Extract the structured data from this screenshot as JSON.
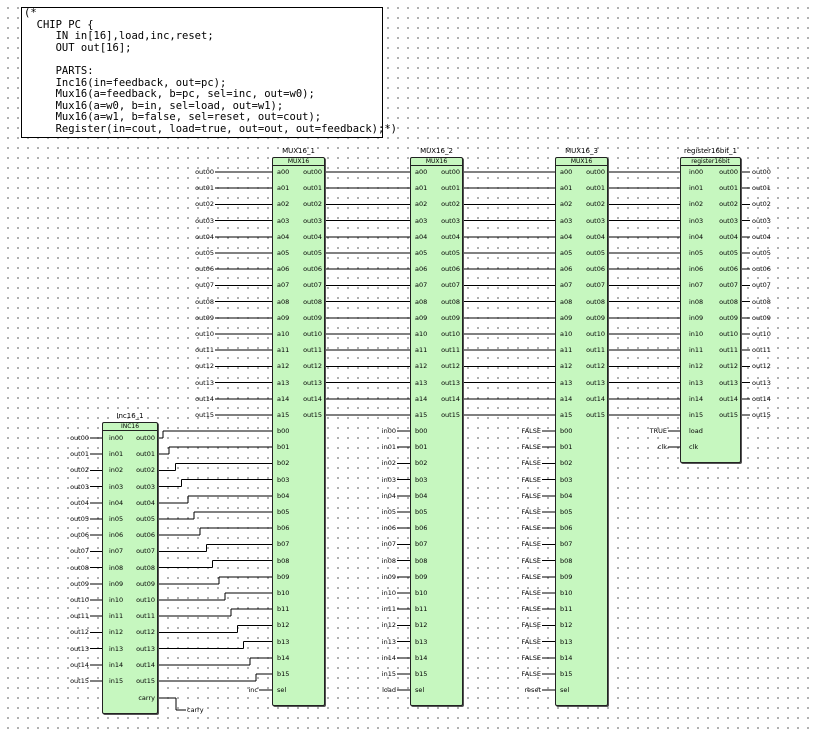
{
  "comment": "(*\n  CHIP PC {\n     IN in[16],load,inc,reset;\n     OUT out[16];\n\n     PARTS:\n     Inc16(in=feedback, out=pc);\n     Mux16(a=feedback, b=pc, sel=inc, out=w0);\n     Mux16(a=w0, b=in, sel=load, out=w1);\n     Mux16(a=w1, b=false, sel=reset, out=cout);\n     Register(in=cout, load=true, out=out, out=feedback);*)",
  "signals": {
    "out": [
      "out00",
      "out01",
      "out02",
      "out03",
      "out04",
      "out05",
      "out06",
      "out07",
      "out08",
      "out09",
      "out10",
      "out11",
      "out12",
      "out13",
      "out14",
      "out15"
    ],
    "in": [
      "in00",
      "in01",
      "in02",
      "in03",
      "in04",
      "in05",
      "in06",
      "in07",
      "in08",
      "in09",
      "in10",
      "in11",
      "in12",
      "in13",
      "in14",
      "in15"
    ],
    "a": [
      "a00",
      "a01",
      "a02",
      "a03",
      "a04",
      "a05",
      "a06",
      "a07",
      "a08",
      "a09",
      "a10",
      "a11",
      "a12",
      "a13",
      "a14",
      "a15"
    ],
    "b": [
      "b00",
      "b01",
      "b02",
      "b03",
      "b04",
      "b05",
      "b06",
      "b07",
      "b08",
      "b09",
      "b10",
      "b11",
      "b12",
      "b13",
      "b14",
      "b15"
    ],
    "wire_in": [
      "in00",
      "in01",
      "in02",
      "in03",
      "in04",
      "in05",
      "in06",
      "in07",
      "in08",
      "in09",
      "in10",
      "in11",
      "in12",
      "in13",
      "in14",
      "in15"
    ]
  },
  "blocks": [
    {
      "id": "inc16",
      "instance": "Inc16_1",
      "type": "INC16",
      "inputs": "in",
      "outputs": "out",
      "extra_out": "carry"
    },
    {
      "id": "mux1",
      "instance": "MUX16_1",
      "type": "MUX16",
      "sel": "sel"
    },
    {
      "id": "mux2",
      "instance": "MUX16_2",
      "type": "MUX16",
      "sel": "sel"
    },
    {
      "id": "mux3",
      "instance": "MUX16_3",
      "type": "MUX16",
      "sel": "sel"
    },
    {
      "id": "reg",
      "instance": "register16bit_1",
      "type": "register16bit",
      "load": "load",
      "clk": "clk"
    }
  ],
  "external_labels": {
    "mux1_sel": "inc",
    "mux2_sel": "load",
    "mux3_sel": "reset",
    "mux3_b": "FALSE",
    "reg_load": "TRUE",
    "reg_clk": "clk",
    "carry": "carry"
  }
}
